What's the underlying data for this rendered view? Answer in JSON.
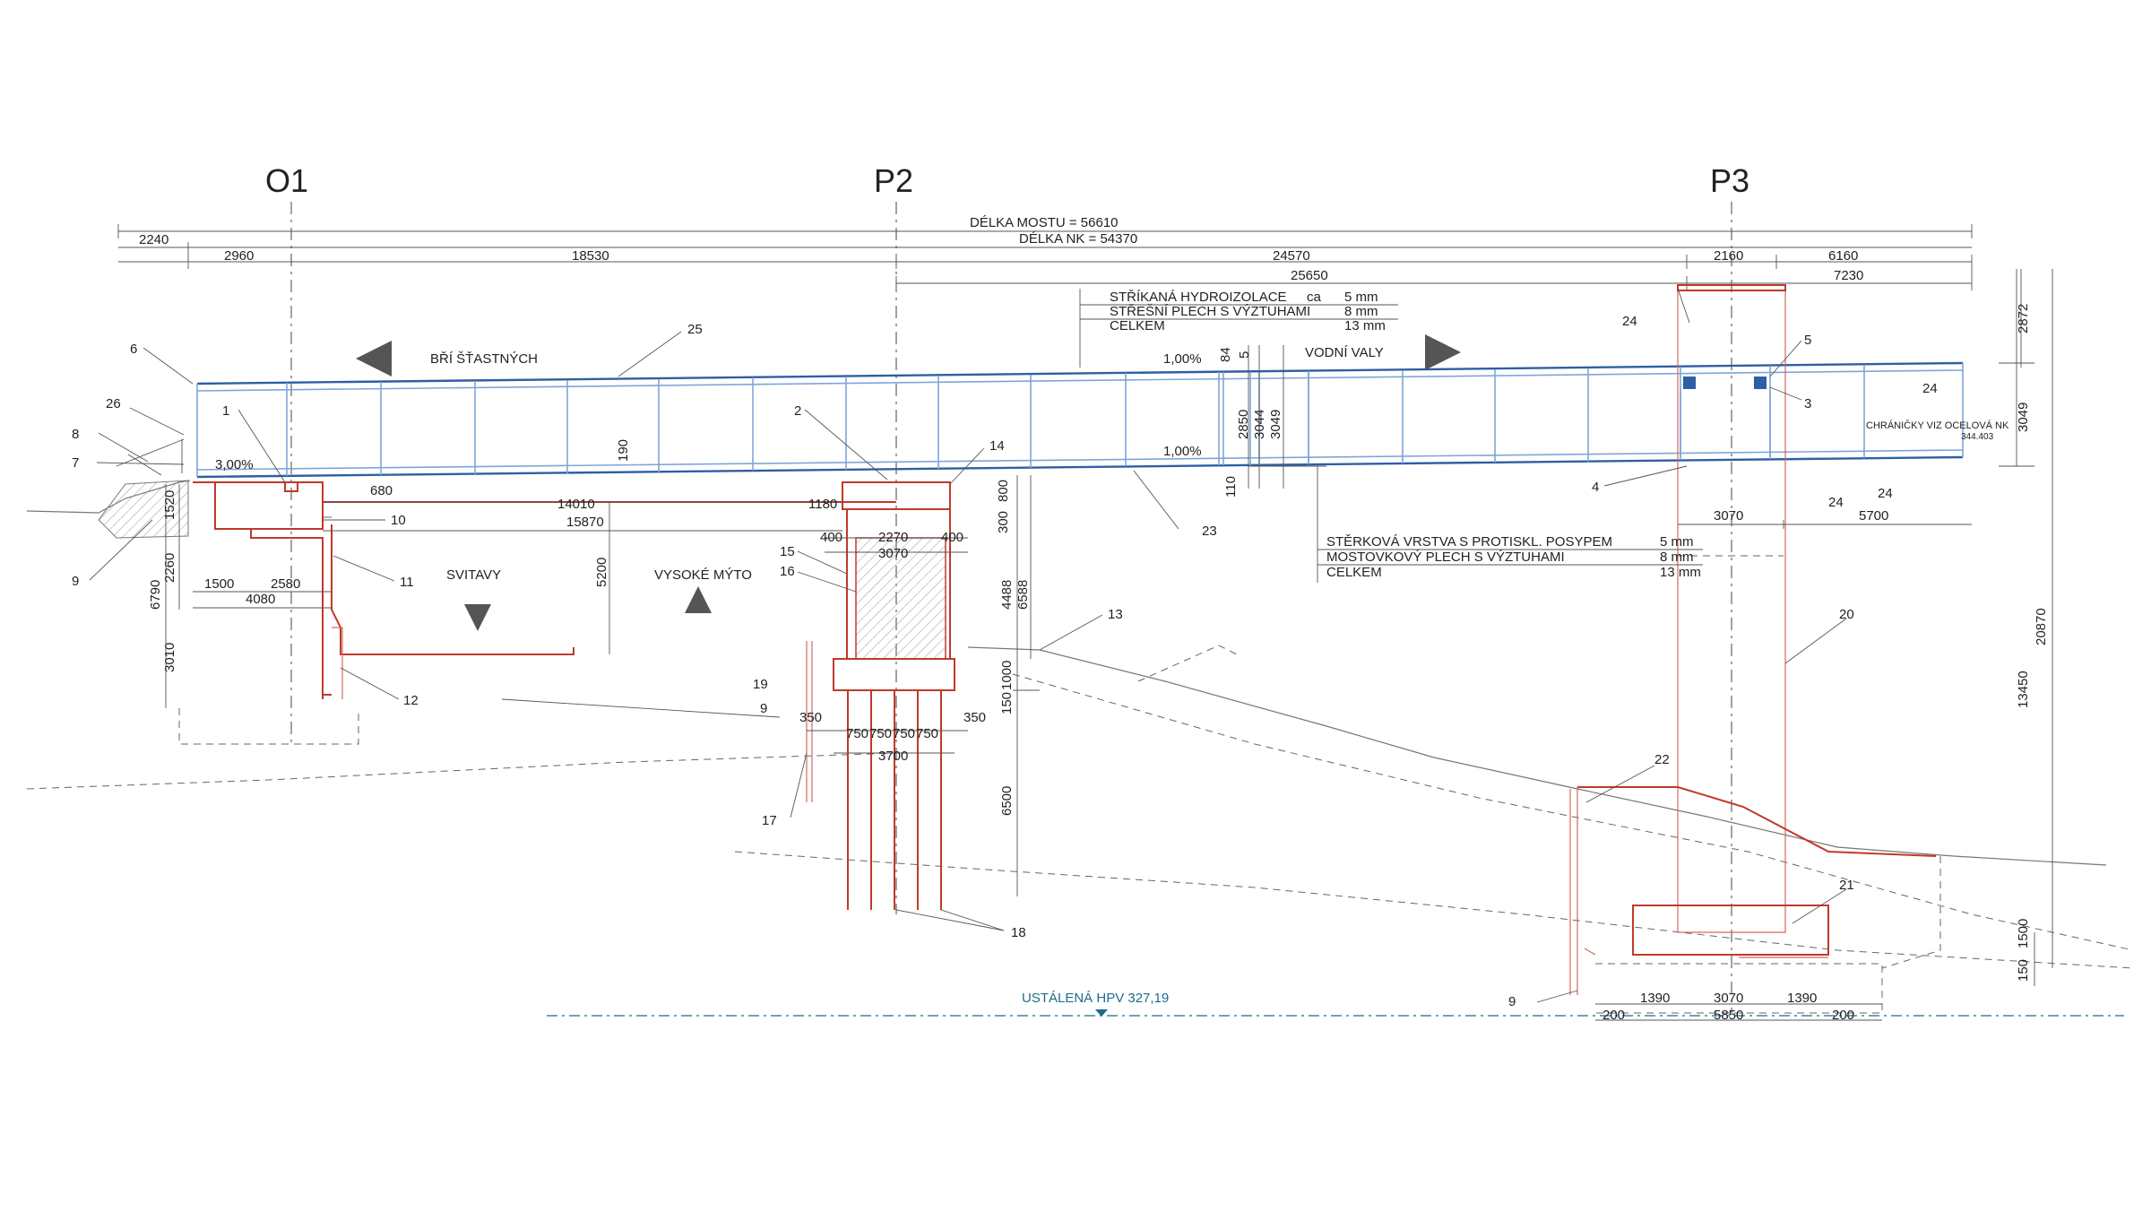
{
  "axes": [
    "O1",
    "P2",
    "P3"
  ],
  "overall": {
    "delka_mostu": "DÉLKA MOSTU = 56610",
    "delka_nk": "DÉLKA NK = 54370"
  },
  "top_dims": [
    "2240",
    "2960",
    "18530",
    "24570",
    "2160",
    "6160",
    "25650",
    "7230"
  ],
  "directions": {
    "left": "BŘÍ ŠŤASTNÝCH",
    "right": "VODNÍ VALY",
    "under_left": "SVITAVY",
    "under_mid": "VYSOKÉ MÝTO"
  },
  "roof_layers": {
    "l1": "STŘÍKANÁ HYDROIZOLACE",
    "l1_ca": "ca",
    "l1_v": "5 mm",
    "l2": "STŘEŠNÍ PLECH S VÝZTUHAMI",
    "l2_v": "8 mm",
    "l3": "CELKEM",
    "l3_v": "13 mm"
  },
  "deck_layers": {
    "l1": "STĚRKOVÁ VRSTVA S PROTISKL. POSYPEM",
    "l1_v": "5 mm",
    "l2": "MOSTOVKOVÝ PLECH S VÝZTUHAMI",
    "l2_v": "8 mm",
    "l3": "CELKEM",
    "l3_v": "13 mm"
  },
  "slopes": [
    "1,00%",
    "1,00%",
    "3,00%"
  ],
  "bridge_dims": [
    "84",
    "5",
    "2850",
    "3044",
    "3049",
    "110",
    "190",
    "300",
    "800"
  ],
  "abutment_dims": [
    "680",
    "14010",
    "15870",
    "1520",
    "2260",
    "6790",
    "3010",
    "1500",
    "2580",
    "4080",
    "5200"
  ],
  "pier_dims": [
    "1180",
    "400",
    "2270",
    "400",
    "3070",
    "4488",
    "6588",
    "1000",
    "150",
    "350",
    "750",
    "750",
    "750",
    "750",
    "350",
    "3700",
    "6500"
  ],
  "p3_dims": [
    "2872",
    "3049",
    "3070",
    "5700",
    "20870",
    "13450",
    "1500",
    "150",
    "1390",
    "3070",
    "1390",
    "200",
    "5850",
    "200"
  ],
  "notes": {
    "chranicky": "CHRÁNIČKY VIZ OCELOVÁ NK",
    "chranicky_ref": "344.403",
    "water": "USTÁLENÁ HPV 327,19"
  },
  "callouts": [
    "1",
    "2",
    "3",
    "4",
    "5",
    "6",
    "7",
    "8",
    "9",
    "10",
    "11",
    "12",
    "13",
    "14",
    "15",
    "16",
    "17",
    "18",
    "19",
    "20",
    "21",
    "22",
    "23",
    "24",
    "25",
    "26",
    "9",
    "9",
    "24",
    "24",
    "24"
  ],
  "colors": {
    "steel": "#2e5fa3",
    "concrete": "#c0392b",
    "water": "#1f6b8a"
  }
}
